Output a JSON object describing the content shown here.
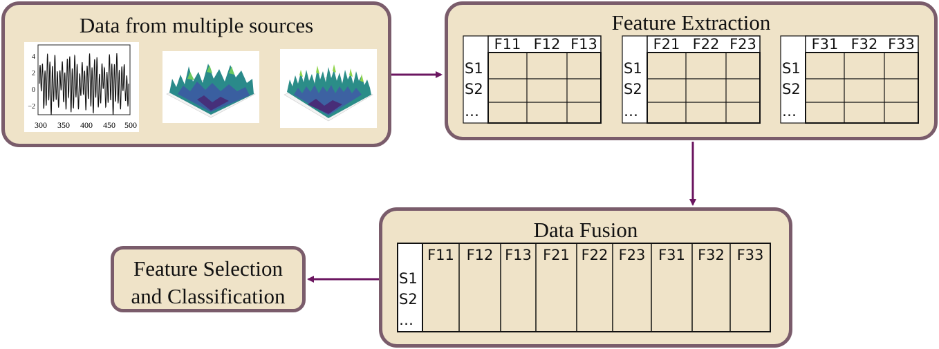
{
  "sources_box": {
    "title": "Data from multiple sources",
    "signal_plot": {
      "y_ticks": [
        "4",
        "2",
        "0",
        "−2"
      ],
      "x_ticks": [
        "300",
        "350",
        "400",
        "450",
        "500"
      ]
    }
  },
  "extraction_box": {
    "title": "Feature Extraction",
    "tables": [
      {
        "headers": [
          "F11",
          "F12",
          "F13"
        ],
        "rows": [
          "S1",
          "S2",
          "…"
        ]
      },
      {
        "headers": [
          "F21",
          "F22",
          "F23"
        ],
        "rows": [
          "S1",
          "S2",
          "…"
        ]
      },
      {
        "headers": [
          "F31",
          "F32",
          "F33"
        ],
        "rows": [
          "S1",
          "S2",
          "…"
        ]
      }
    ]
  },
  "fusion_box": {
    "title": "Data Fusion",
    "headers": [
      "F11",
      "F12",
      "F13",
      "F21",
      "F22",
      "F23",
      "F31",
      "F32",
      "F33"
    ],
    "rows": [
      "S1",
      "S2",
      "…"
    ]
  },
  "selection_box": {
    "title_line1": "Feature Selection",
    "title_line2": "and Classification"
  },
  "colors": {
    "box_fill": "#efe3c8",
    "box_border": "#7a5c6b",
    "arrow": "#6b1660",
    "surface_low": "#3b4f8c",
    "surface_mid": "#21918c",
    "surface_high": "#5ec962"
  }
}
